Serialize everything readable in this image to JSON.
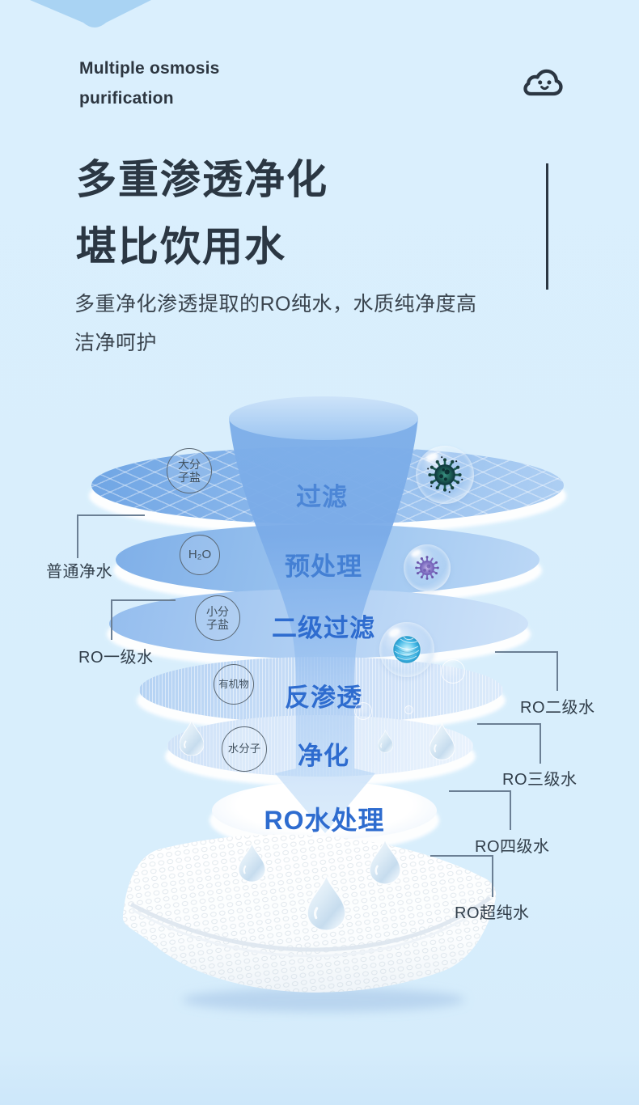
{
  "header": {
    "eyebrow_line1": "Multiple osmosis",
    "eyebrow_line2": "purification",
    "title_line1": "多重渗透净化",
    "title_line2": "堪比饮用水",
    "desc_line1": "多重净化渗透提取的RO纯水，水质纯净度高",
    "desc_line2": "洁净呵护"
  },
  "diagram": {
    "stages": [
      {
        "label": "过滤",
        "badge_line1": "大分",
        "badge_line2": "子盐"
      },
      {
        "label": "预处理",
        "badge_line1": "H₂O",
        "badge_line2": ""
      },
      {
        "label": "二级过滤",
        "badge_line1": "小分",
        "badge_line2": "子盐"
      },
      {
        "label": "反渗透",
        "badge_line1": "有机物",
        "badge_line2": ""
      },
      {
        "label": "净化",
        "badge_line1": "水分子",
        "badge_line2": ""
      },
      {
        "label": "RO水处理",
        "badge_line1": "",
        "badge_line2": ""
      }
    ],
    "grades": [
      {
        "text": "普通净水",
        "side": "left"
      },
      {
        "text": "RO一级水",
        "side": "left"
      },
      {
        "text": "RO二级水",
        "side": "right"
      },
      {
        "text": "RO三级水",
        "side": "right"
      },
      {
        "text": "RO四级水",
        "side": "right"
      },
      {
        "text": "RO超纯水",
        "side": "right"
      }
    ],
    "contaminant_icons": [
      "green-virus-icon",
      "purple-virus-icon",
      "cyan-particle-icon"
    ]
  },
  "colors": {
    "background": "#d9eefc",
    "chevron_blue": "#a9d3f3",
    "heading_text": "#2b3743",
    "stage_label_blue": "#2e6ccf",
    "funnel_blue": "#7eafe9",
    "bracket_line": "#6b7f94"
  }
}
